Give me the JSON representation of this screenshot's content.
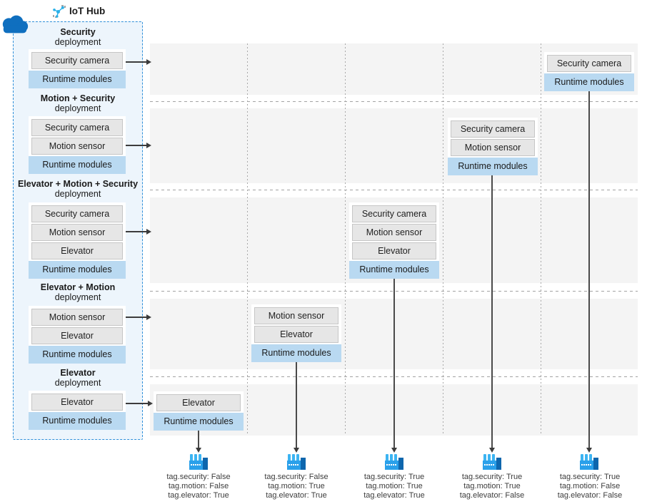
{
  "title": "IoT Hub",
  "colors": {
    "panel_border": "#2e8fd9",
    "panel_bg": "#edf5fc",
    "module_bg": "#e6e6e6",
    "runtime_bg": "#b9d9f1",
    "band_bg": "#f4f4f4",
    "cloud_blue": "#0f6fbf",
    "iot_icon_cyan": "#2ab0e8",
    "factory_blue": "#2aa0ea",
    "factory_dark_blue": "#0e66ad",
    "factory_chimney": "#3cb4f2",
    "arrow": "#3c3c3c"
  },
  "deployments": [
    {
      "title": "Security",
      "subtitle": "deployment",
      "modules": [
        "Security camera"
      ],
      "runtime": "Runtime modules"
    },
    {
      "title": "Motion + Security",
      "subtitle": "deployment",
      "modules": [
        "Security camera",
        "Motion sensor"
      ],
      "runtime": "Runtime modules"
    },
    {
      "title": "Elevator + Motion + Security",
      "subtitle": "deployment",
      "modules": [
        "Security camera",
        "Motion sensor",
        "Elevator"
      ],
      "runtime": "Runtime modules"
    },
    {
      "title": "Elevator + Motion",
      "subtitle": "deployment",
      "modules": [
        "Motion sensor",
        "Elevator"
      ],
      "runtime": "Runtime modules"
    },
    {
      "title": "Elevator",
      "subtitle": "deployment",
      "modules": [
        "Elevator"
      ],
      "runtime": "Runtime modules"
    }
  ],
  "devices": [
    {
      "modules": [
        "Elevator"
      ],
      "runtime": "Runtime modules",
      "tags": [
        "tag.security: False",
        "tag.motion: False",
        "tag.elevator: True"
      ]
    },
    {
      "modules": [
        "Motion sensor",
        "Elevator"
      ],
      "runtime": "Runtime modules",
      "tags": [
        "tag.security: False",
        "tag.motion: True",
        "tag.elevator: True"
      ]
    },
    {
      "modules": [
        "Security camera",
        "Motion sensor",
        "Elevator"
      ],
      "runtime": "Runtime modules",
      "tags": [
        "tag.security: True",
        "tag.motion: True",
        "tag.elevator: True"
      ]
    },
    {
      "modules": [
        "Security camera",
        "Motion sensor"
      ],
      "runtime": "Runtime modules",
      "tags": [
        "tag.security: True",
        "tag.motion: True",
        "tag.elevator: False"
      ]
    },
    {
      "modules": [
        "Security camera"
      ],
      "runtime": "Runtime modules",
      "tags": [
        "tag.security: True",
        "tag.motion: False",
        "tag.elevator: False"
      ]
    }
  ]
}
